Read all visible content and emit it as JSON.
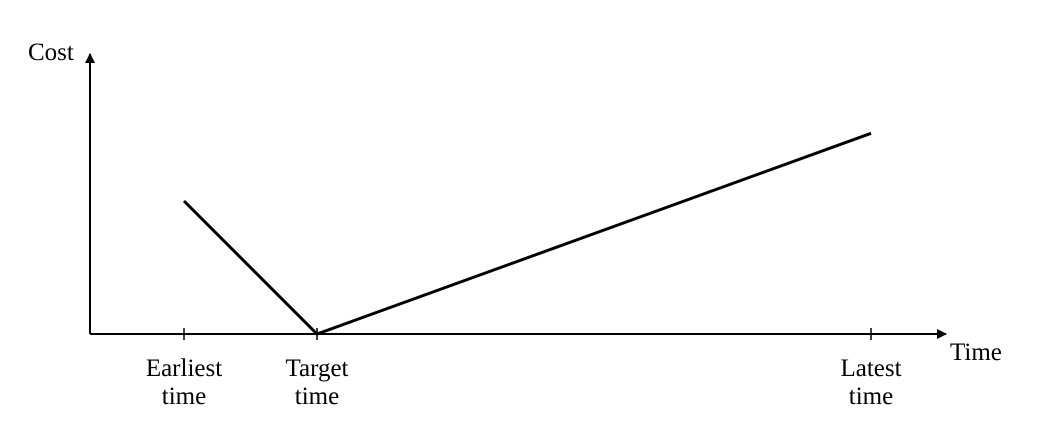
{
  "chart_data": {
    "type": "line",
    "ylabel": "Cost",
    "xlabel": "Time",
    "tick_labels": [
      {
        "id": "earliest",
        "lines": [
          "Earliest",
          "time"
        ]
      },
      {
        "id": "target",
        "lines": [
          "Target",
          "time"
        ]
      },
      {
        "id": "latest",
        "lines": [
          "Latest",
          "time"
        ]
      }
    ],
    "x": [
      "Earliest time",
      "Target time",
      "Latest time"
    ],
    "y": [
      0.57,
      0,
      0.86
    ],
    "xlim": [
      -0.35,
      3.0
    ],
    "ylim": [
      0,
      1.2
    ],
    "grid": false,
    "legend": "none",
    "colors": {
      "line": "#000000",
      "axis": "#000000"
    }
  }
}
